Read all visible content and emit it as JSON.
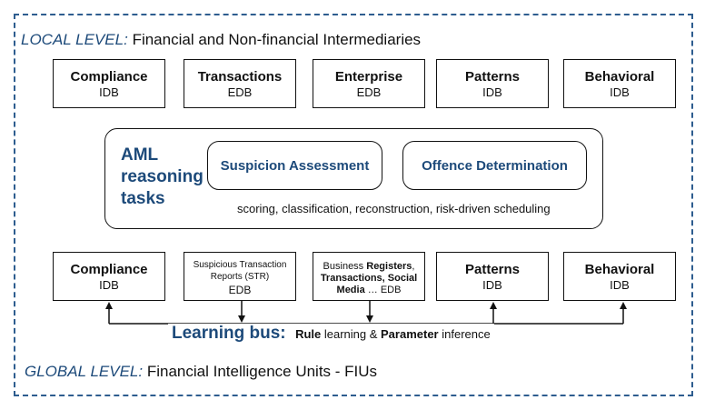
{
  "local_level": {
    "label": "LOCAL LEVEL:",
    "text": "Financial and Non-financial Intermediaries"
  },
  "global_level": {
    "label": "GLOBAL LEVEL:",
    "text": "Financial Intelligence Units - FIUs"
  },
  "top_row": [
    {
      "title": "Compliance",
      "sub": "IDB"
    },
    {
      "title": "Transactions",
      "sub": "EDB"
    },
    {
      "title": "Enterprise",
      "sub": "EDB"
    },
    {
      "title": "Patterns",
      "sub": "IDB"
    },
    {
      "title": "Behavioral",
      "sub": "IDB"
    }
  ],
  "aml": {
    "title_line1": "AML",
    "title_line2": "reasoning",
    "title_line3": "tasks",
    "task1": "Suspicion Assessment",
    "task2": "Offence Determination",
    "methods": "scoring, classification, reconstruction, risk-driven scheduling"
  },
  "bottom_row": {
    "compliance": {
      "title": "Compliance",
      "sub": "IDB"
    },
    "str": {
      "line1": "Suspicious Transaction",
      "line2": "Reports (STR)",
      "sub": "EDB"
    },
    "business": {
      "p1": "Business ",
      "b1": "Registers",
      "p2": ",",
      "b2": "Transactions, Social",
      "b3": "Media",
      "p3": " … EDB"
    },
    "patterns": {
      "title": "Patterns",
      "sub": "IDB"
    },
    "behavioral": {
      "title": "Behavioral",
      "sub": "IDB"
    }
  },
  "learning_bus": {
    "title": "Learning bus:",
    "b1": "Rule",
    "p1": " learning & ",
    "b2": "Parameter",
    "p2": " inference"
  }
}
